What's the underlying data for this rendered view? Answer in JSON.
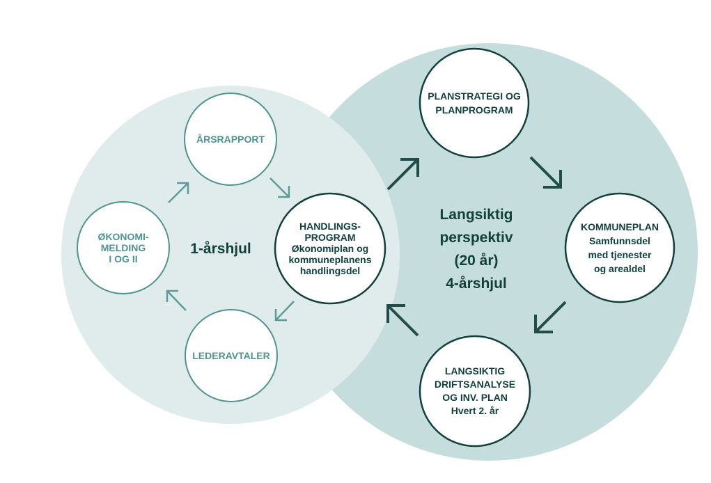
{
  "small_wheel": {
    "center_label": "1-årshjul",
    "nodes": {
      "arsrapport": [
        "ÅRSRAPPORT"
      ],
      "okonomimelding": [
        "ØKONOMI-",
        "MELDING",
        "I OG II"
      ],
      "lederavtaler": [
        "LEDERAVTALER"
      ],
      "handlingsprogram": [
        "HANDLINGS-",
        "PROGRAM",
        "Økonomiplan og",
        "kommuneplanens",
        "handlingsdel"
      ]
    }
  },
  "large_wheel": {
    "center_label": [
      "Langsiktig",
      "perspektiv",
      "(20 år)",
      "4-årshjul"
    ],
    "nodes": {
      "planstrategi": [
        "PLANSTRATEGI OG",
        "PLANPROGRAM"
      ],
      "kommuneplan": [
        "KOMMUNEPLAN",
        "Samfunnsdel",
        "med tjenester",
        "og arealdel"
      ],
      "driftsanalyse": [
        "LANGSIKTIG",
        "DRIFTSANALYSE",
        "OG INV. PLAN",
        "Hvert 2. år"
      ]
    }
  },
  "colors": {
    "large_circle": "#c5dedd",
    "small_circle": "#dfeceb",
    "dark_teal": "#12403c",
    "mid_teal": "#4f9391",
    "arrow_dark": "#1f4e4a",
    "arrow_light": "#5a9c99"
  }
}
